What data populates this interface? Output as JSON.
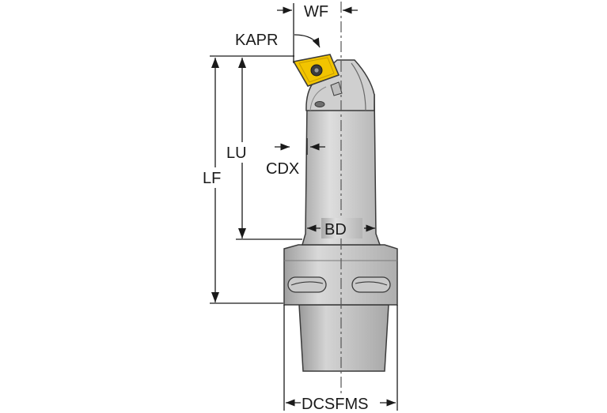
{
  "diagram": {
    "labels": {
      "wf": "WF",
      "kapr": "KAPR",
      "lu": "LU",
      "lf": "LF",
      "cdx": "CDX",
      "bd": "BD",
      "dcsfms": "DCSFMS"
    },
    "colors": {
      "body_light": "#d7d7d7",
      "body_mid": "#b9b9b9",
      "body_dark": "#8e8e8e",
      "outline": "#3a3a3a",
      "insert": "#f2c400",
      "dimension_line": "#1a1a1a",
      "centerline": "#555555"
    },
    "icons": [
      "arrow-icon",
      "insert-screw-icon"
    ]
  }
}
